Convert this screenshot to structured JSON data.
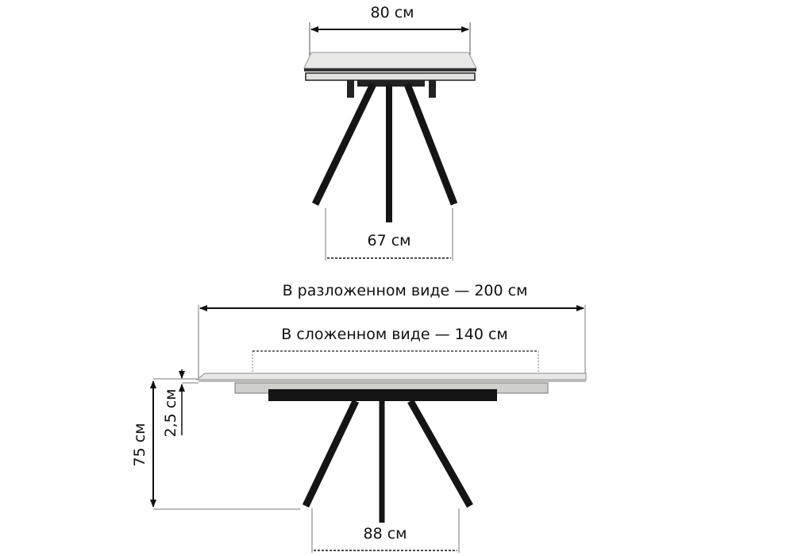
{
  "top_view": {
    "width_label": "80 см",
    "leg_span_label": "67 см"
  },
  "side_view": {
    "extended_label": "В разложенном виде — 200 см",
    "folded_label": "В сложенном виде — 140 см",
    "height_label": "75 см",
    "top_thickness_label": "2,5 см",
    "leg_span_label": "88 см"
  },
  "colors": {
    "line": "#111111",
    "tabletop": "#e8e8e6",
    "legs": "#151515"
  }
}
